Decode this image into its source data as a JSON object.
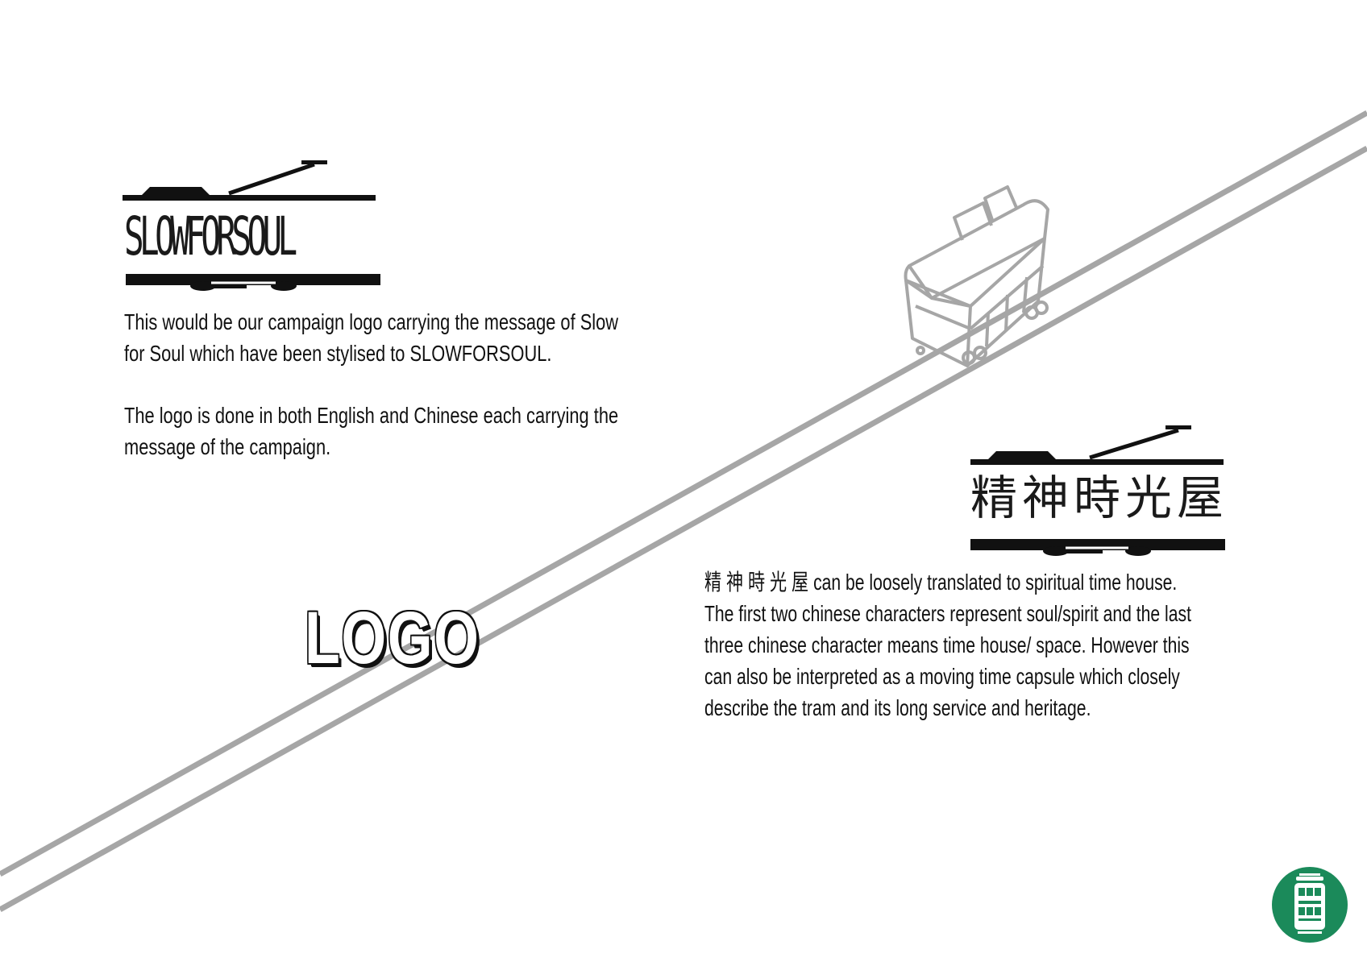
{
  "logo_en": {
    "text": "SLOWFORSOUL"
  },
  "logo_cn": {
    "text": "精神時光屋"
  },
  "paragraphs": {
    "p1_line1": "This would be our campaign logo carrying the message of Slow",
    "p1_line2": "for Soul which have been stylised to SLOWFORSOUL.",
    "p2_line1": "The logo is done in both English and Chinese each carrying the",
    "p2_line2": "message of the campaign.",
    "p3_line1": "精 神 時 光 屋 can be loosely translated to spiritual time house.",
    "p3_line2": "The first two chinese characters represent soul/spirit and the last",
    "p3_line3": "three chinese character means time house/ space. However this",
    "p3_line4": "can also be interpreted as a moving time capsule which closely",
    "p3_line5": "describe the tram and its long service and heritage."
  },
  "heading": "LOGO",
  "icons": {
    "tram_outline": "tram-outline-icon",
    "tram_badge": "tram-badge-icon"
  },
  "colors": {
    "rail": "#a6a6a6",
    "badge_green": "#1b8a5a",
    "ink": "#111111"
  }
}
